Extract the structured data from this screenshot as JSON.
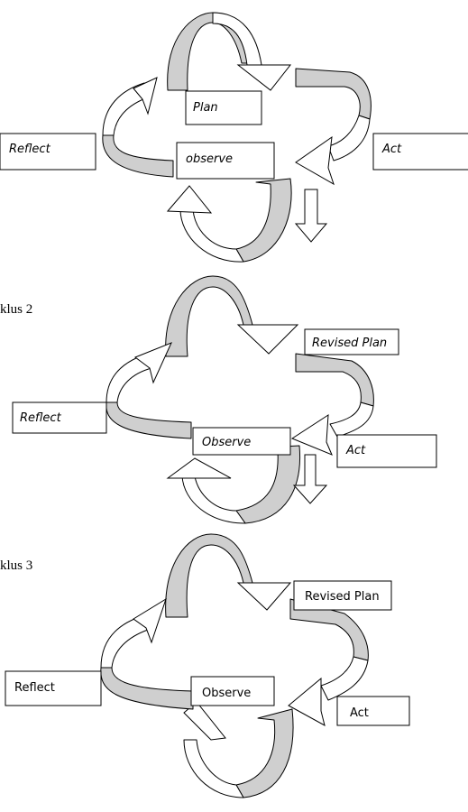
{
  "cycle1": {
    "plan": "Plan",
    "reflect": "Reflect",
    "observe": "observe",
    "act": "Act"
  },
  "cycle2": {
    "caption": "klus 2",
    "plan": "Revised Plan",
    "reflect": "Reflect",
    "observe": "Observe",
    "act": "Act"
  },
  "cycle3": {
    "caption": "klus 3",
    "plan": "Revised Plan",
    "reflect": "Reflect",
    "observe": "Observe",
    "act": "Act"
  }
}
